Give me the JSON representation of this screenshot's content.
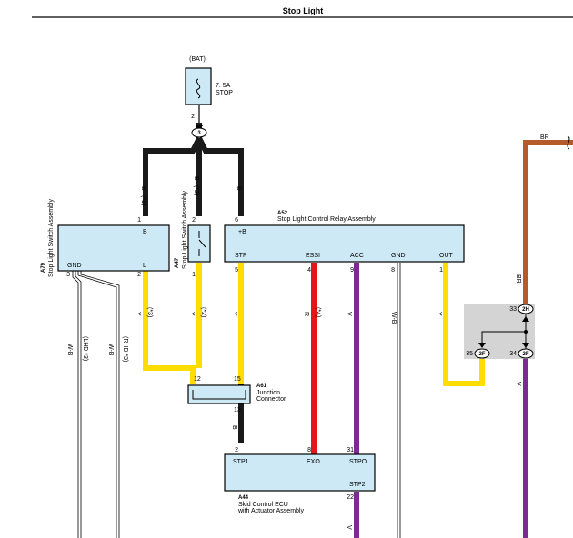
{
  "title": "Stop Light",
  "bat": {
    "label": "(BAT)",
    "fuse_rating": "7. 5A",
    "fuse_name": "STOP",
    "pin": "2",
    "junction": "3"
  },
  "components": {
    "relay": {
      "code": "A52",
      "name": "Stop Light Control Relay Assembly",
      "pins": {
        "b": "+B",
        "stp": "STP",
        "essi": "ESSI",
        "acc": "ACC",
        "gnd": "GND",
        "out": "OUT"
      },
      "pin_numbers": {
        "b": "6",
        "stp": "5",
        "essi": "4",
        "acc": "9",
        "gnd": "8",
        "out": "1"
      }
    },
    "switch_a79": {
      "code": "A79",
      "name": "Stop Light Switch Assembly",
      "pins": {
        "b": "B",
        "gnd": "GND",
        "l": "L"
      },
      "pin_numbers": {
        "b": "1",
        "gnd": "3",
        "l": "2"
      }
    },
    "switch_a47": {
      "code": "A47",
      "name": "Stop Light Switch Assembly",
      "pin_top": "2",
      "pin_bottom": "1"
    },
    "junction": {
      "code": "A61",
      "line1": "Junction",
      "line2": "Connector",
      "pin_a": "12",
      "pin_b": "15",
      "pin_c": "13"
    },
    "ecu": {
      "code": "A44",
      "line1": "Skid Control ECU",
      "line2": "with Actuator Assembly",
      "pins": {
        "stp1": "STP1",
        "exo": "EXO",
        "stpo": "STPO",
        "stp2": "STP2"
      },
      "pin_numbers": {
        "stp1": "2",
        "exo": "8",
        "stpo": "31",
        "stp2": "22"
      }
    },
    "connector": {
      "pin_2h_num": "33",
      "pin_2h": "2H",
      "pin_2f_left_num": "35",
      "pin_2f_left": "2F",
      "pin_2f_right_num": "34",
      "pin_2f_right": "2F"
    }
  },
  "wires": {
    "b": "B",
    "y": "Y",
    "r": "R",
    "v": "V",
    "wb": "W-B",
    "br": "BR",
    "n1": "(*1)",
    "n2": "(*2)",
    "n3": "(*3)",
    "n4": "(*4)",
    "lhd": "(LHD *3)",
    "rhd": "(RHD *3)"
  },
  "colors": {
    "black": "#1a1a1a",
    "yellow": "#ffdd00",
    "red": "#e8141b",
    "purple": "#7b2b91",
    "brown": "#b55a2a",
    "box": "#cce9f5",
    "gray": "#d4d4d4"
  }
}
